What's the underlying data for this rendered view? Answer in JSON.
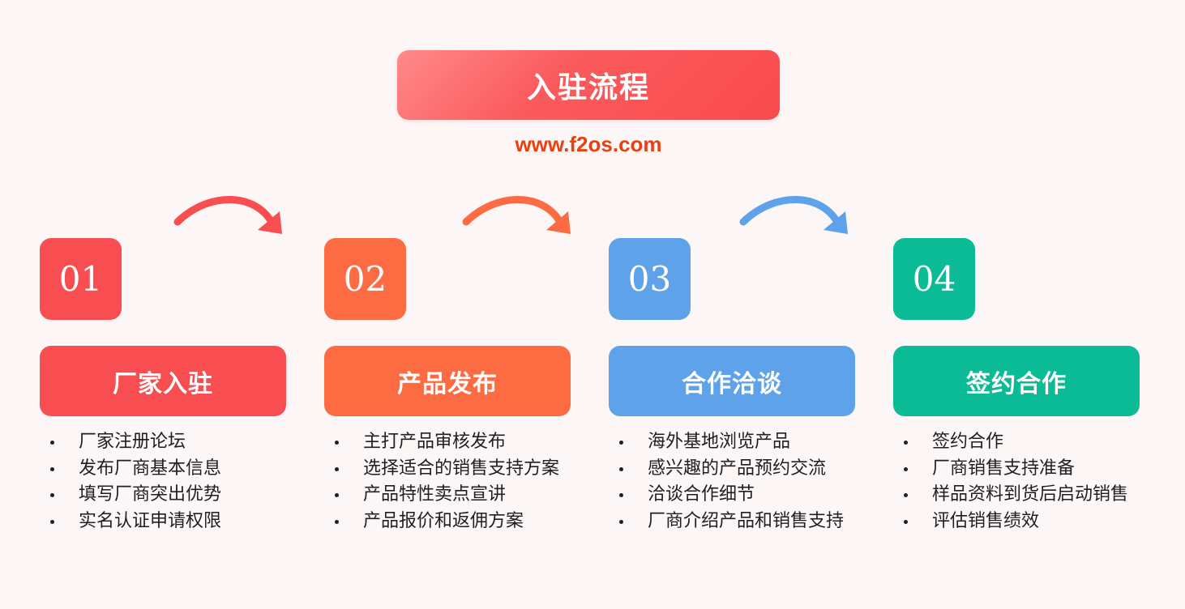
{
  "title": "入驻流程",
  "website": "www.f2os.com",
  "steps": [
    {
      "number": "01",
      "label": "厂家入驻",
      "color": "#f94e51",
      "items": [
        "厂家注册论坛",
        "发布厂商基本信息",
        "填写厂商突出优势",
        "实名认证申请权限"
      ]
    },
    {
      "number": "02",
      "label": "产品发布",
      "color": "#fd6b43",
      "items": [
        "主打产品审核发布",
        "选择适合的销售支持方案",
        "产品特性卖点宣讲",
        "产品报价和返佣方案"
      ]
    },
    {
      "number": "03",
      "label": "合作洽谈",
      "color": "#5ea3ea",
      "items": [
        "海外基地浏览产品",
        "感兴趣的产品预约交流",
        "洽谈合作细节",
        "厂商介绍产品和销售支持"
      ]
    },
    {
      "number": "04",
      "label": "签约合作",
      "color": "#0bbb96",
      "items": [
        "签约合作",
        "厂商销售支持准备",
        "样品资料到货后启动销售",
        "评估销售绩效"
      ]
    }
  ],
  "arrows": [
    {
      "icon": "curved-arrow-right-icon",
      "color": "#f94e51"
    },
    {
      "icon": "curved-arrow-right-icon",
      "color": "#fd6b43"
    },
    {
      "icon": "curved-arrow-right-icon",
      "color": "#5ea3ea"
    }
  ]
}
